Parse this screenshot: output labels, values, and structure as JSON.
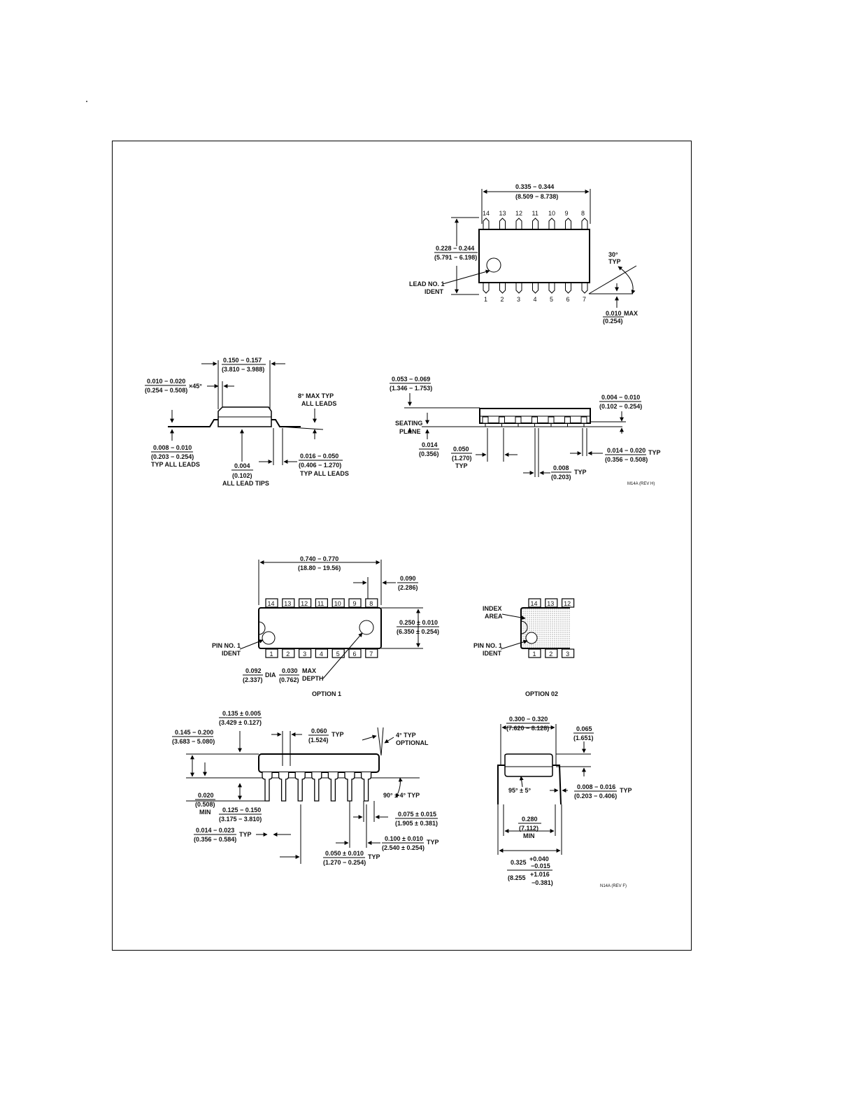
{
  "so14": {
    "length_in": "0.335 − 0.344",
    "length_mm": "(8.509 − 8.738)",
    "top_pins": [
      "14",
      "13",
      "12",
      "11",
      "10",
      "9",
      "8"
    ],
    "bottom_pins": [
      "1",
      "2",
      "3",
      "4",
      "5",
      "6",
      "7"
    ],
    "width_in": "0.228 − 0.244",
    "width_mm": "(5.791 − 6.198)",
    "lead_ident_1": "LEAD NO. 1",
    "lead_ident_2": "IDENT",
    "angle": "30°",
    "angle_typ": "TYP",
    "tip_in": "0.010",
    "tip_max": "MAX",
    "tip_mm": "(0.254)",
    "body_w_in": "0.150 − 0.157",
    "body_w_mm": "(3.810 − 3.988)",
    "chamfer_in": "0.010 − 0.020",
    "chamfer_mm": "(0.254 − 0.508)",
    "chamfer_angle": "×45°",
    "max_typ_1": "8° MAX TYP",
    "max_typ_2": "ALL LEADS",
    "lead_thk_in": "0.008 − 0.010",
    "lead_thk_mm": "(0.203 − 0.254)",
    "lead_thk_note": "TYP ALL LEADS",
    "coplan_in": "0.004",
    "coplan_mm": "(0.102)",
    "coplan_note": "ALL LEAD TIPS",
    "foot_in": "0.016 − 0.050",
    "foot_mm": "(0.406 − 1.270)",
    "foot_note": "TYP ALL LEADS",
    "height_in": "0.053 − 0.069",
    "height_mm": "(1.346 − 1.753)",
    "standoff_in": "0.004 − 0.010",
    "standoff_mm": "(0.102 − 0.254)",
    "seating_1": "SEATING",
    "seating_2": "PLANE",
    "sp_in": "0.014",
    "sp_mm": "(0.356)",
    "pitch_in": "0.050",
    "pitch_mm": "(1.270)",
    "pitch_typ": "TYP",
    "lead_w_in": "0.014 − 0.020",
    "lead_w_mm": "(0.356 − 0.508)",
    "lead_w_typ": "TYP",
    "gap_in": "0.008",
    "gap_mm": "(0.203)",
    "gap_typ": "TYP",
    "rev": "M14A (REV H)"
  },
  "dip14": {
    "length_in": "0.740 − 0.770",
    "length_mm": "(18.80 − 19.56)",
    "end_in": "0.090",
    "end_mm": "(2.286)",
    "top_pins": [
      "14",
      "13",
      "12",
      "11",
      "10",
      "9",
      "8"
    ],
    "bottom_pins": [
      "1",
      "2",
      "3",
      "4",
      "5",
      "6",
      "7"
    ],
    "width_in": "0.250 ± 0.010",
    "width_mm": "(6.350 ± 0.254)",
    "pin_ident_1": "PIN NO. 1",
    "pin_ident_2": "IDENT",
    "dia_in": "0.092",
    "dia_mm": "(2.337)",
    "dia_label": "DIA",
    "depth_in": "0.030",
    "depth_mm": "(0.762)",
    "depth_label_1": "MAX",
    "depth_label_2": "DEPTH",
    "option1": "OPTION 1",
    "option02": "OPTION 02",
    "index_1": "INDEX",
    "index_2": "AREA",
    "opt2_top_pins": [
      "14",
      "13",
      "12"
    ],
    "opt2_bottom_pins": [
      "1",
      "2",
      "3"
    ],
    "thk_in": "0.135 ± 0.005",
    "thk_mm": "(3.429 ± 0.127)",
    "total_h_in": "0.145 − 0.200",
    "total_h_mm": "(3.683 − 5.080)",
    "shoulder_in": "0.060",
    "shoulder_mm": "(1.524)",
    "shoulder_typ": "TYP",
    "angle4_1": "4° TYP",
    "angle4_2": "OPTIONAL",
    "seat_in": "0.020",
    "seat_mm": "(0.508)",
    "seat_min": "MIN",
    "pin_len_in": "0.125 − 0.150",
    "pin_len_mm": "(3.175 − 3.810)",
    "angle90": "90° ± 4° TYP",
    "shoulder_w_in": "0.075 ± 0.015",
    "shoulder_w_mm": "(1.905 ± 0.381)",
    "pin_w_in": "0.014 − 0.023",
    "pin_w_mm": "(0.356 − 0.584)",
    "pin_w_typ": "TYP",
    "pitch_in": "0.100 ± 0.010",
    "pitch_mm": "(2.540 ± 0.254)",
    "pitch_typ": "TYP",
    "tip_in": "0.050 ± 0.010",
    "tip_mm": "(1.270 − 0.254)",
    "tip_typ": "TYP",
    "row_in": "0.300 − 0.320",
    "row_mm": "(7.620 − 8.128)",
    "top_in": "0.065",
    "top_mm": "(1.651)",
    "angle95": "95° ± 5°",
    "lead_t_in": "0.008 − 0.016",
    "lead_t_mm": "(0.203 − 0.406)",
    "lead_t_typ": "TYP",
    "min_row_in": "0.280",
    "min_row_mm": "(7.112)",
    "min_row_min": "MIN",
    "span_in": "0.325",
    "span_in_tol_p": "+0.040",
    "span_in_tol_m": "−0.015",
    "span_mm": "(8.255",
    "span_mm_tol_p": "+1.016",
    "span_mm_tol_m": "−0.381)",
    "rev": "N14A (REV F)"
  }
}
